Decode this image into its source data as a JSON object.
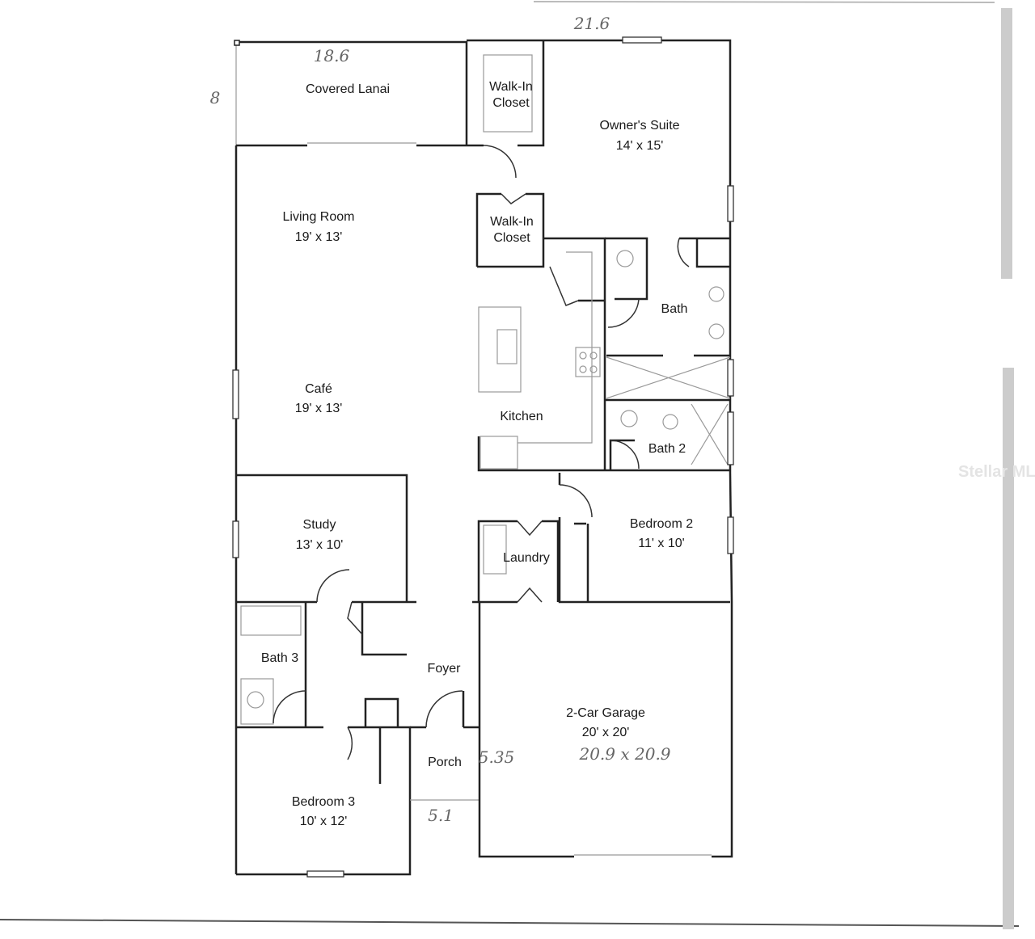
{
  "rooms": {
    "covered_lanai": {
      "name": "Covered Lanai"
    },
    "walk_in_closet_1": {
      "name_line1": "Walk-In",
      "name_line2": "Closet"
    },
    "walk_in_closet_2": {
      "name_line1": "Walk-In",
      "name_line2": "Closet"
    },
    "owners_suite": {
      "name": "Owner's Suite",
      "size": "14' x 15'"
    },
    "living_room": {
      "name": "Living Room",
      "size": "19' x 13'"
    },
    "bath": {
      "name": "Bath"
    },
    "cafe": {
      "name": "Café",
      "size": "19' x 13'"
    },
    "kitchen": {
      "name": "Kitchen"
    },
    "bath_2": {
      "name": "Bath 2"
    },
    "study": {
      "name": "Study",
      "size": "13' x 10'"
    },
    "bedroom_2": {
      "name": "Bedroom 2",
      "size": "11' x 10'"
    },
    "laundry": {
      "name": "Laundry"
    },
    "bath_3": {
      "name": "Bath 3"
    },
    "foyer": {
      "name": "Foyer"
    },
    "garage": {
      "name": "2-Car Garage",
      "size": "20' x 20'"
    },
    "porch": {
      "name": "Porch"
    },
    "bedroom_3": {
      "name": "Bedroom 3",
      "size": "10' x 12'"
    }
  },
  "handwritten_notes": {
    "overall_width": "21.6",
    "lanai_width": "18.6",
    "lanai_depth": "8",
    "porch_depth": "5.35",
    "garage_size": "20.9 x 20.9",
    "porch_width": "5.1"
  },
  "watermark": "Stellar MLS"
}
